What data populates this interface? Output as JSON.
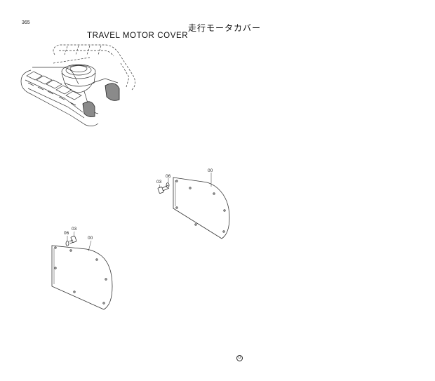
{
  "page": {
    "number": "365",
    "title_jp": "走行モータカバー",
    "title_en": "TRAVEL MOTOR COVER",
    "footer_mark": "U"
  },
  "callouts": {
    "upper": {
      "cover": "00",
      "washer": "06",
      "bolt": "03"
    },
    "lower": {
      "cover": "00",
      "washer": "06",
      "bolt": "03"
    }
  }
}
